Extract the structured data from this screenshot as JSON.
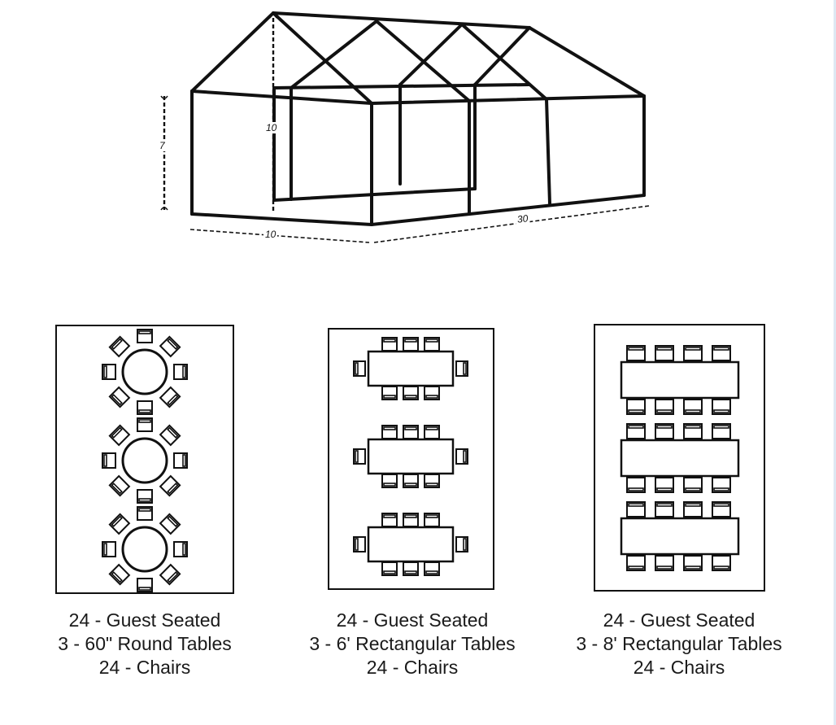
{
  "tent": {
    "dim_height_total": "10",
    "dim_height_side": "7",
    "dim_width": "10",
    "dim_length": "30"
  },
  "layouts": [
    {
      "id": "round",
      "tables": 3,
      "table_shape": "round",
      "lines": [
        "24 - Guest Seated",
        "3 - 60\" Round Tables",
        "24 - Chairs"
      ]
    },
    {
      "id": "rect6",
      "tables": 3,
      "table_shape": "rectangle",
      "lines": [
        "24 - Guest Seated",
        "3 - 6' Rectangular Tables",
        "24 - Chairs"
      ]
    },
    {
      "id": "rect8",
      "tables": 3,
      "table_shape": "rectangle",
      "lines": [
        "24 - Guest Seated",
        "3 - 8' Rectangular Tables",
        "24 - Chairs"
      ]
    }
  ]
}
